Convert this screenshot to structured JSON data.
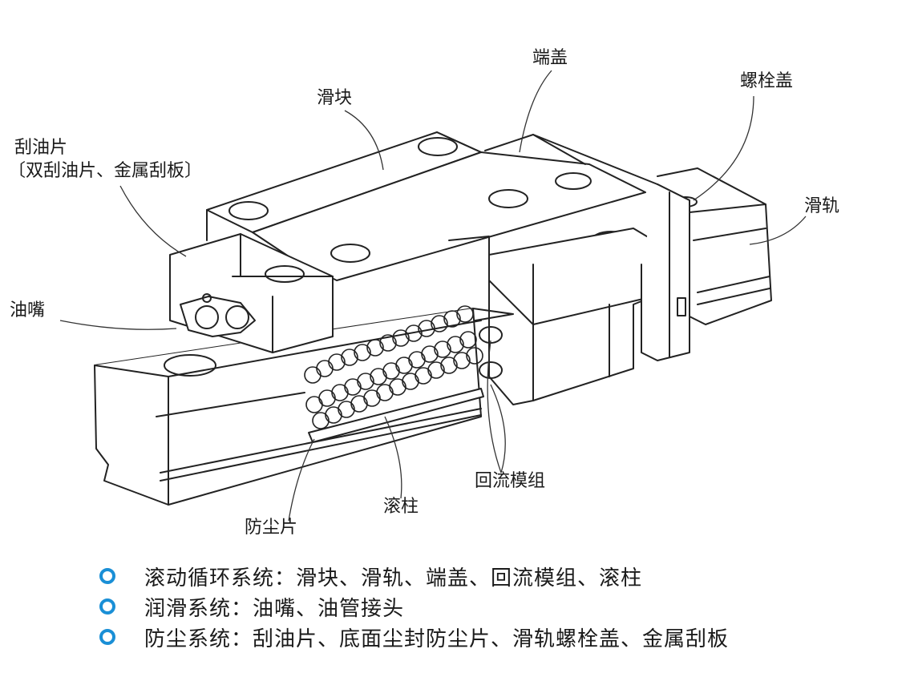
{
  "labels": {
    "duangai": "端盖",
    "luoshuangai": "螺栓盖",
    "huakuai": "滑块",
    "guayoupian_1": "刮油片",
    "guayoupian_2": "〔双刮油片、金属刮板〕",
    "huagui": "滑轨",
    "youzui": "油嘴",
    "huiliu": "回流模组",
    "gunzhu": "滚柱",
    "fangchen": "防尘片"
  },
  "legend": [
    "滚动循环系统：滑块、滑轨、端盖、回流模组、滚柱",
    "润滑系统：油嘴、油管接头",
    "防尘系统：刮油片、底面尘封防尘片、滑轨螺栓盖、金属刮板"
  ],
  "colors": {
    "bullet": "#1a8fd6",
    "line": "#222222"
  }
}
